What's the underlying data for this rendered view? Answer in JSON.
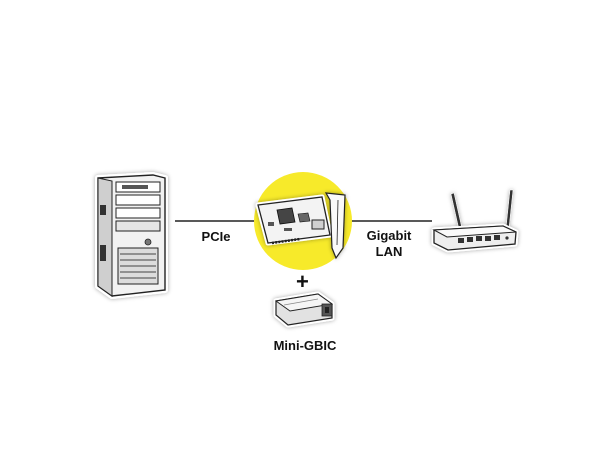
{
  "labels": {
    "pcie": "PCIe",
    "gigabit": "Gigabit",
    "lan": "LAN",
    "plus": "+",
    "mini_gbic": "Mini-GBIC"
  },
  "colors": {
    "highlight_circle": "#f7ea2a",
    "line": "#222222",
    "device_fill": "#f4f4f4"
  },
  "icons": [
    "pc-tower-icon",
    "network-card-icon",
    "router-icon",
    "sfp-module-icon"
  ]
}
